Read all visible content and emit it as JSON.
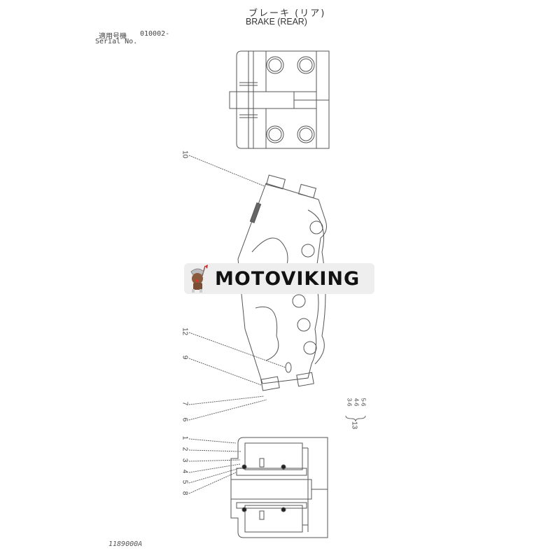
{
  "header": {
    "title_jp": "ブレーキ (リア)",
    "title_en": "BRAKE (REAR)"
  },
  "serial": {
    "label_jp": "適用号機",
    "label_en": "Serial No.",
    "value": "010002-"
  },
  "callouts": {
    "top_view": [
      "10"
    ],
    "side_view": [
      "12",
      "9",
      "7",
      "6"
    ],
    "bottom_view": [
      "1",
      "2",
      "3",
      "4",
      "5",
      "8"
    ],
    "group": {
      "number": "13",
      "items": [
        "3-6",
        "4-6",
        "5-6"
      ]
    }
  },
  "drawing_number": "1189000A",
  "watermark": {
    "brand": "MOTOVIKING",
    "logo": "viking-mascot-icon",
    "background": "#eeeeee",
    "text_color": "#111111"
  },
  "colors": {
    "line": "#555555",
    "background": "#ffffff"
  }
}
